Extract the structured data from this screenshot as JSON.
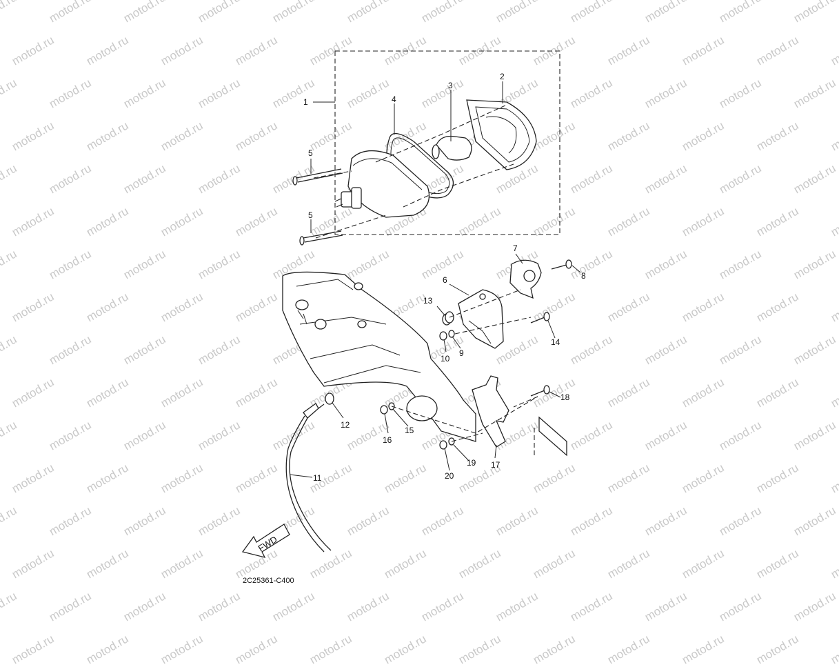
{
  "diagram": {
    "drawing_code": "2C25361-C400",
    "fwd_label": "FWD",
    "watermark_text": "motod.ru",
    "callouts": [
      {
        "id": "c1",
        "label": "1"
      },
      {
        "id": "c2",
        "label": "2"
      },
      {
        "id": "c3",
        "label": "3"
      },
      {
        "id": "c4",
        "label": "4"
      },
      {
        "id": "c5a",
        "label": "5"
      },
      {
        "id": "c5b",
        "label": "5"
      },
      {
        "id": "c6",
        "label": "6"
      },
      {
        "id": "c7",
        "label": "7"
      },
      {
        "id": "c8",
        "label": "8"
      },
      {
        "id": "c9",
        "label": "9"
      },
      {
        "id": "c10",
        "label": "10"
      },
      {
        "id": "c11",
        "label": "11"
      },
      {
        "id": "c12",
        "label": "12"
      },
      {
        "id": "c13",
        "label": "13"
      },
      {
        "id": "c14",
        "label": "14"
      },
      {
        "id": "c15",
        "label": "15"
      },
      {
        "id": "c16",
        "label": "16"
      },
      {
        "id": "c17",
        "label": "17"
      },
      {
        "id": "c18",
        "label": "18"
      },
      {
        "id": "c19",
        "label": "19"
      },
      {
        "id": "c20",
        "label": "20"
      }
    ]
  }
}
